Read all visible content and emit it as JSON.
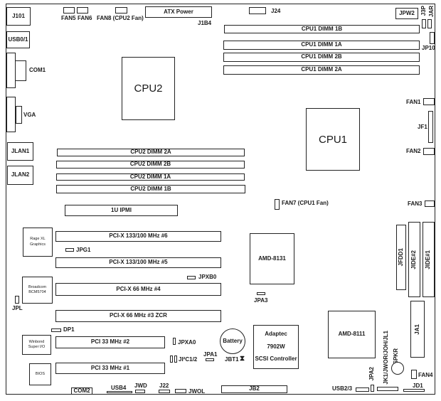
{
  "title": "Motherboard Layout",
  "top_edge": {
    "j101": "J101",
    "fan5": "FAN5",
    "fan6": "FAN6",
    "fan8": "FAN8 (CPU2 Fan)",
    "atx_power": "ATX Power",
    "j1b4": "J1B4",
    "j24": "J24",
    "jpw2": "JPW2",
    "j3p": "J3P",
    "jar": "JAR",
    "jp10": "JP10"
  },
  "left_edge": {
    "usb01": "USB0/1",
    "com1": "COM1",
    "vga": "VGA",
    "jlan1": "JLAN1",
    "jlan2": "JLAN2",
    "jpl": "JPL"
  },
  "cpus": {
    "cpu1": "CPU1",
    "cpu2": "CPU2"
  },
  "cpu1_dimms": [
    "CPU1 DIMM 1B",
    "CPU1 DIMM 1A",
    "CPU1 DIMM 2B",
    "CPU1 DIMM 2A"
  ],
  "cpu2_dimms": [
    "CPU2 DIMM 2A",
    "CPU2 DIMM 2B",
    "CPU2 DIMM 1A",
    "CPU2 DIMM 1B"
  ],
  "right_edge": {
    "fan1": "FAN1",
    "jf1": "JF1",
    "fan2": "FAN2",
    "fan3": "FAN3",
    "fan4": "FAN4",
    "jfdd1": "JFDD1",
    "jide2": "JIDE#2",
    "jide1": "JIDE#1",
    "ja1": "JA1",
    "jd1": "JD1"
  },
  "mid": {
    "ipmi": "1U IPMI",
    "fan7": "FAN7 (CPU1 Fan)",
    "amd8131": "AMD-8131",
    "jpa3": "JPA3",
    "amd8111": "AMD-8111",
    "jpxb0": "JPXB0",
    "jpg1": "JPG1",
    "dp1": "DP1",
    "jpxa0": "JPXA0",
    "ji2c": "JI²C1/2",
    "jpa1": "JPA1",
    "battery": "Battery",
    "jbt1": "JBT1",
    "adaptec": [
      "Adaptec",
      "7902W",
      "SCSI Controller"
    ],
    "spkr": "SPKR",
    "jk1": "JK1/JWOR/JOH/JL1",
    "jpa2": "JPA2"
  },
  "chips": {
    "rage": [
      "Rage XL",
      "Graphics"
    ],
    "broadcom": [
      "Broadcom",
      "BCM5704"
    ],
    "winbond": [
      "Winbond",
      "Super I/O"
    ],
    "bios": "BIOS"
  },
  "slots": [
    "PCI-X 133/100 MHz #6",
    "PCI-X 133/100 MHz #5",
    "PCI-X 66 MHz #4",
    "PCI-X 66 MHz #3 ZCR",
    "PCI 33 MHz #2",
    "PCI 33 MHz #1"
  ],
  "bottom_edge": {
    "com2": "COM2",
    "usb4": "USB4",
    "jwd": "JWD",
    "j22": "J22",
    "jwol": "JWOL",
    "jb2": "JB2",
    "usb23": "USB2/3"
  }
}
